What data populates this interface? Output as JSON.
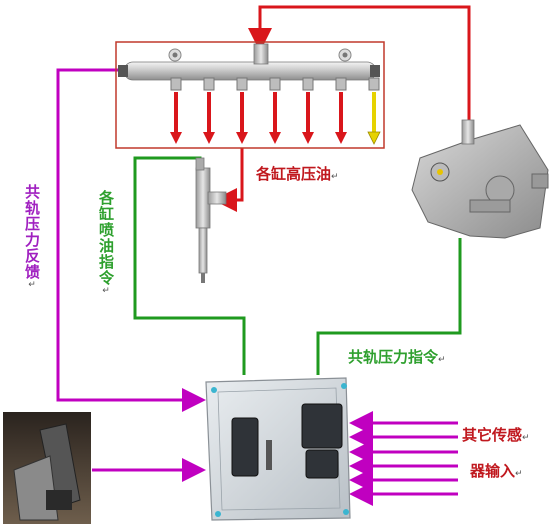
{
  "colors": {
    "high_pressure_line": "#d9161b",
    "feedback_line": "#c000c0",
    "command_line": "#1f9a1f",
    "rail_box": "#c0392b",
    "label_red": "#c0181e",
    "label_purple": "#a020c0",
    "label_green": "#2ea02e"
  },
  "labels": {
    "cylinder_high_pressure_fuel": "各缸高压油",
    "rail_pressure_feedback": "共轨压力反馈",
    "cylinder_injection_command": "各缸喷油指令",
    "rail_pressure_command": "共轨压力指令",
    "other_sensor_input_line1": "其它传感",
    "other_sensor_input_line2": "器输入",
    "return_mark": "↵"
  },
  "components": [
    {
      "name": "common-rail",
      "icon": "common-rail-icon"
    },
    {
      "name": "injector",
      "icon": "injector-icon"
    },
    {
      "name": "high-pressure-pump",
      "icon": "high-pressure-pump-icon"
    },
    {
      "name": "ecu",
      "icon": "ecu-icon"
    },
    {
      "name": "accelerator-pedal",
      "icon": "accelerator-pedal-icon"
    }
  ],
  "sensor_input_arrows": 6,
  "cylinder_outlets": 7
}
